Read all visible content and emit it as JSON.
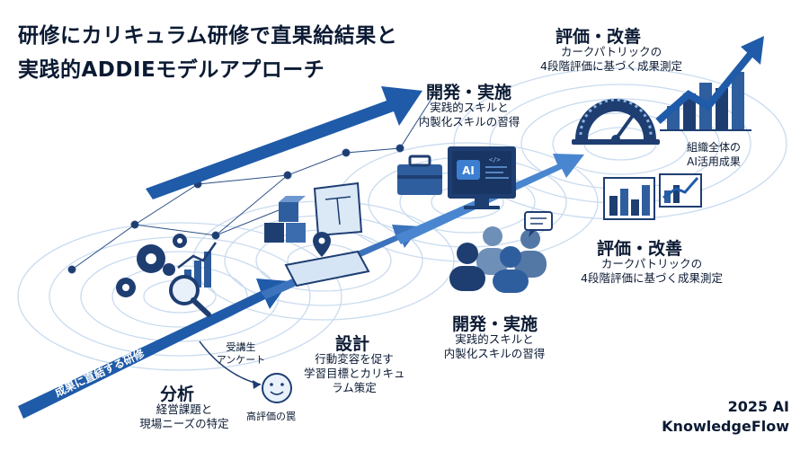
{
  "title": {
    "line1": "研修にカリキュラム研修で直果給結果と",
    "line2": "実践的ADDIEモデルアプローチ"
  },
  "arrows": {
    "upper_label": "成果に直結する研修",
    "lower_label": "成果に直結する研修"
  },
  "stages": {
    "analysis": {
      "title": "分析",
      "desc1": "経営課題と",
      "desc2": "現場ニーズの特定"
    },
    "survey": {
      "line1": "受講生",
      "line2": "アンケート",
      "trap": "高評価の罠"
    },
    "design": {
      "title": "設計",
      "desc1": "行動変容を促す",
      "desc2": "学習目標とカリキュ",
      "desc3": "ラム策定"
    },
    "development_lower": {
      "title": "開発・実施",
      "desc1": "実践的スキルと",
      "desc2": "内製化スキルの習得"
    },
    "development_upper": {
      "title": "開発・実施",
      "desc1": "実践的スキルと",
      "desc2": "内製化スキルの習得"
    },
    "evaluation_upper": {
      "title": "評価・改善",
      "desc1": "カークパトリックの",
      "desc2": "4段階評価に基づく成果測定"
    },
    "evaluation_lower": {
      "title": "評価・改善",
      "desc1": "カークパトリックの",
      "desc2": "4段階評価に基づく成果測定"
    },
    "org_result": {
      "line1": "組織全体の",
      "line2": "AI活用成果"
    }
  },
  "monitor": {
    "label": "AI",
    "code": "</>"
  },
  "brand": {
    "line1": "2025 AI",
    "line2": "KnowledgeFlow"
  },
  "colors": {
    "arrow_dark": "#1f5ba8",
    "arrow_light": "#4a86cf",
    "navy": "#1e3e72",
    "ring": "#c9dbef",
    "text": "#0b1a33"
  },
  "icons": [
    "gears-icon",
    "magnifier-icon",
    "bar-chart-icon",
    "smiley-icon",
    "cubes-icon",
    "blueprint-icon",
    "map-pin-icon",
    "toolbox-icon",
    "monitor-icon",
    "people-icon",
    "speech-bubble-icon",
    "gauge-icon",
    "growth-arrow-icon",
    "bar-charts-icon"
  ]
}
